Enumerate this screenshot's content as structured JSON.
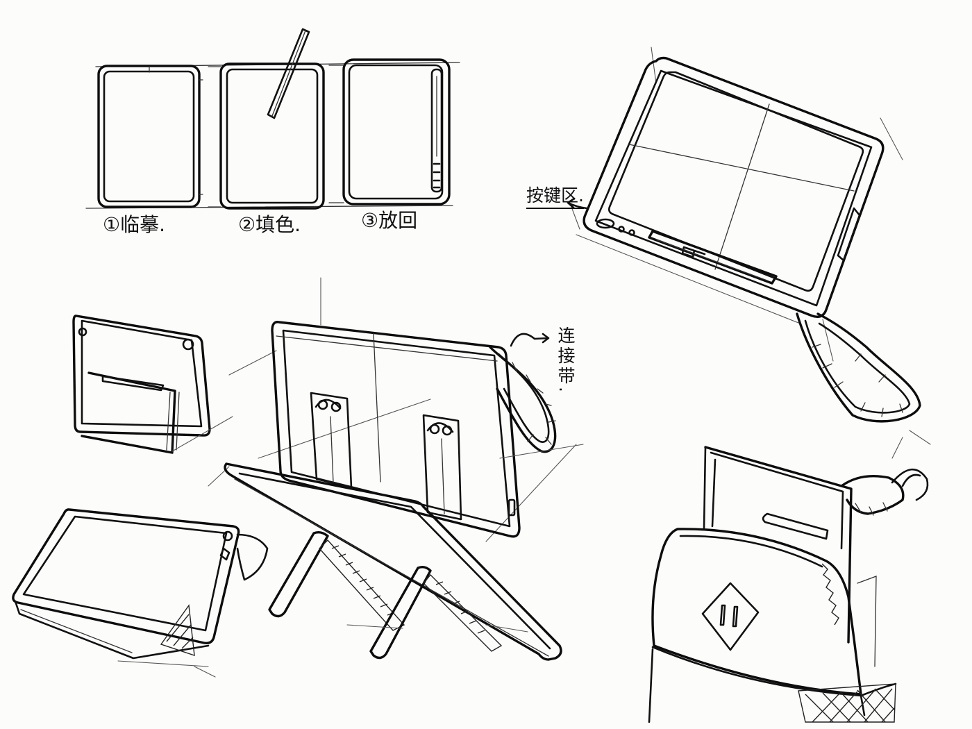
{
  "labels": {
    "step1": "①临摹.",
    "step2": "②填色.",
    "step3": "③放回",
    "button_area": "按键区.",
    "strap": "连接带."
  },
  "colors": {
    "paper": "#fcfcfb",
    "ink": "#111111"
  }
}
